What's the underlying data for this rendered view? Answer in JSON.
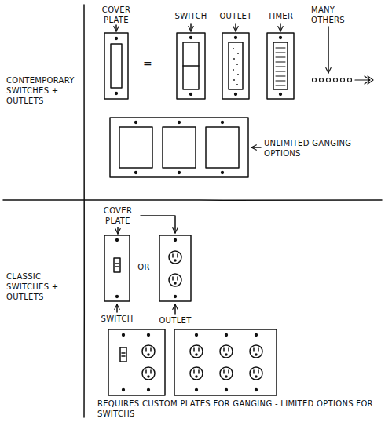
{
  "diagram": {
    "labels": [
      "CONTEMPORARY SWITCHES + OUTLETS",
      "COVER PLATE",
      "=",
      "SWITCH",
      "OUTLET",
      "TIMER",
      "MANY OTHERS",
      "UNLIMITED GANGING OPTIONS",
      "CLASSIC SWITCHES + OUTLETS",
      "COVER PLATE",
      "OR",
      "SWITCH",
      "OUTLET",
      "REQUIRES CUSTOM PLATES FOR GANGING - LIMITED OPTIONS FOR SWITCHS"
    ]
  }
}
